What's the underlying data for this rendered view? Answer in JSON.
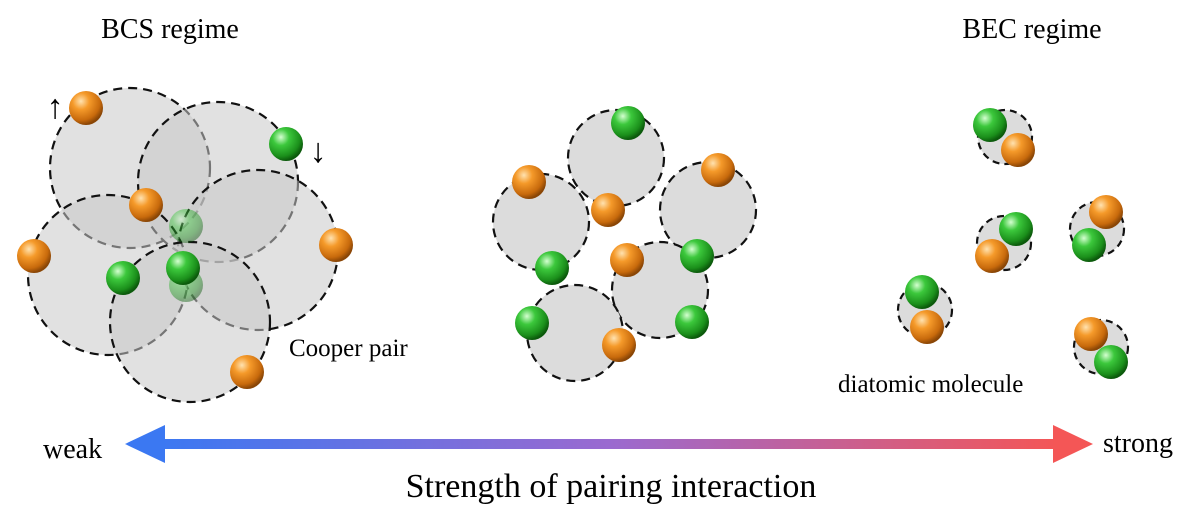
{
  "labels": {
    "bcs_regime": "BCS regime",
    "bec_regime": "BEC regime",
    "cooper_pair": "Cooper pair",
    "diatomic_molecule": "diatomic molecule",
    "weak": "weak",
    "strong": "strong",
    "axis_title": "Strength of pairing interaction",
    "spin_up": "↑",
    "spin_down": "↓"
  },
  "colors": {
    "spin_up_ball": "#f08a1c",
    "spin_down_ball": "#2fb82f",
    "pair_fill": "#dcdcdc",
    "arrow_weak": "#3b78f2",
    "arrow_mid": "#9a6ad0",
    "arrow_strong": "#f45656"
  }
}
